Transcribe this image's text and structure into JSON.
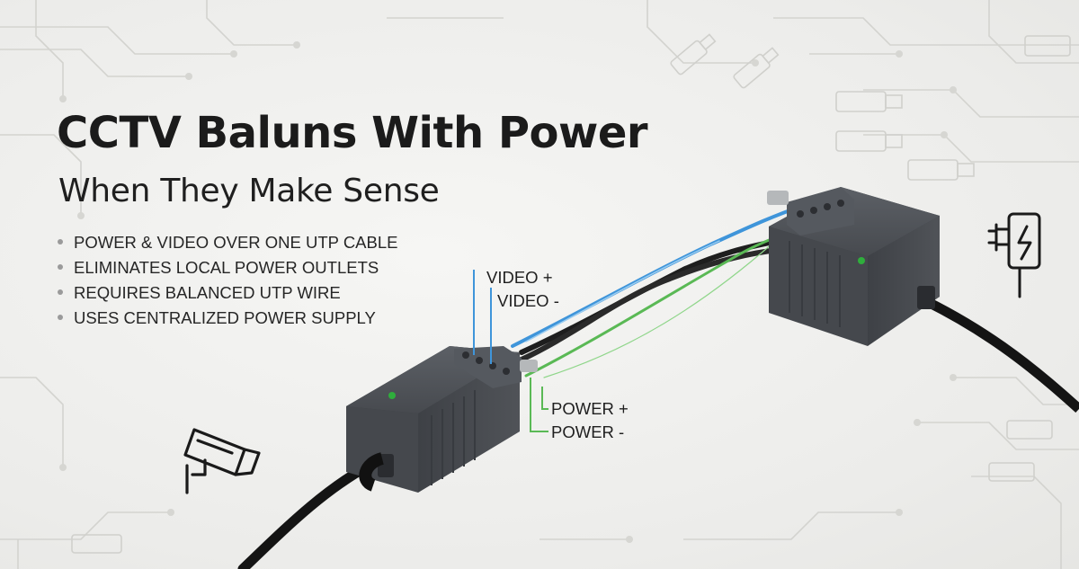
{
  "title": "CCTV Baluns With Power",
  "subtitle": "When They Make Sense",
  "bullets": [
    "POWER & VIDEO OVER ONE UTP CABLE",
    "ELIMINATES LOCAL POWER OUTLETS",
    "REQUIRES BALANCED UTP WIRE",
    "USES CENTRALIZED POWER SUPPLY"
  ],
  "wire_labels": {
    "video_pos": "VIDEO +",
    "video_neg": "VIDEO -",
    "power_pos": "POWER +",
    "power_neg": "POWER -"
  },
  "icons": {
    "camera": "cctv-camera-icon",
    "power_adapter": "power-adapter-icon",
    "bnc": "bnc-connector-icon"
  },
  "colors": {
    "background": "#efefed",
    "balun_body": "#4a4d52",
    "video_wire": "#4b9ee0",
    "power_wire": "#5fbe5a",
    "twisted_pair": "#202020",
    "cable": "#151515",
    "led": "#2fae3c"
  }
}
